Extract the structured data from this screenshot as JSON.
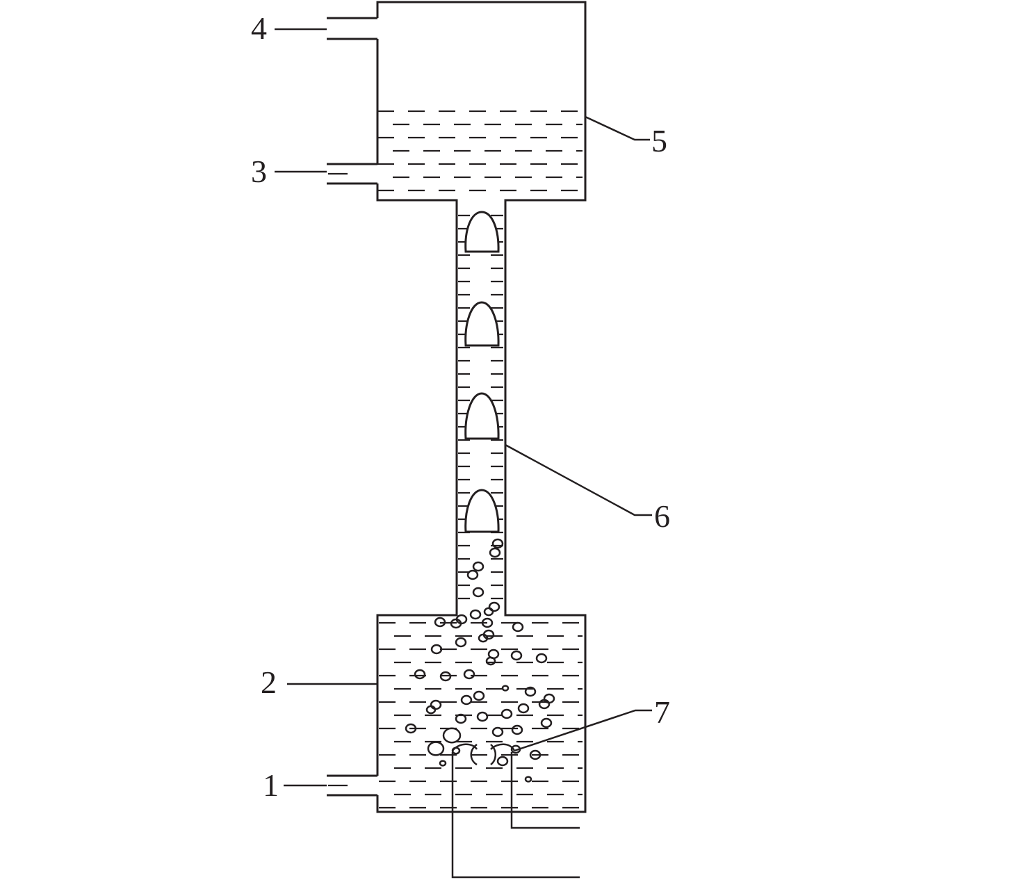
{
  "diagram": {
    "labels": [
      {
        "id": "1",
        "text": "1"
      },
      {
        "id": "2",
        "text": "2"
      },
      {
        "id": "3",
        "text": "3"
      },
      {
        "id": "4",
        "text": "4"
      },
      {
        "id": "5",
        "text": "5"
      },
      {
        "id": "6",
        "text": "6"
      },
      {
        "id": "7",
        "text": "7"
      }
    ],
    "colors": {
      "line": "#231f20",
      "background": "#ffffff"
    }
  }
}
